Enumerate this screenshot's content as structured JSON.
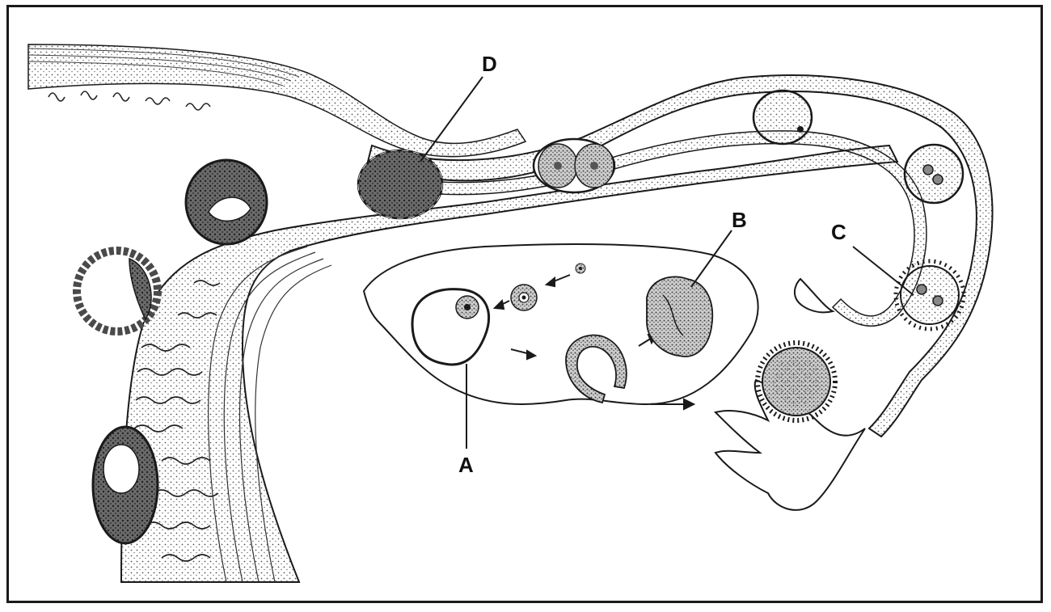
{
  "labels": {
    "a": "A",
    "b": "B",
    "c": "C",
    "d": "D"
  },
  "colors": {
    "ink": "#1a1a1a",
    "tissue": "#9a9a9a",
    "dark_cell": "#4a4a4a",
    "background": "#ffffff"
  }
}
